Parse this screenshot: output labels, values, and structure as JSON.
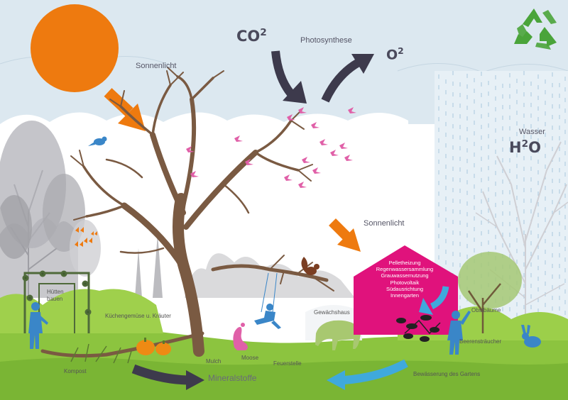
{
  "labels": {
    "sonnenlicht_top": "Sonnenlicht",
    "co2": "CO",
    "co2_sup": "2",
    "photosynthese": "Photosynthese",
    "o2": "O",
    "o2_sup": "2",
    "wasser": "Wasser",
    "h2o_h": "H",
    "h2o_sup": "2",
    "h2o_o": "O",
    "sonnenlicht_mid": "Sonnenlicht",
    "huetten_line1": "Hütten",
    "huetten_line2": "bauen",
    "kuechengemuese": "Küchengemüse u. Kräuter",
    "gewaechshaus": "Gewächshaus",
    "obstbaeume": "Obstbäume",
    "beerenstraeucher": "Beerensträucher",
    "kompost": "Kompost",
    "mulch": "Mulch",
    "moose": "Moose",
    "feuerstelle": "Feuerstelle",
    "mineralstoffe": "Mineralstoffe",
    "bewaesserung": "Bewässerung des Gartens"
  },
  "house_features": [
    "Pelletheizung",
    "Regenwassersammlung",
    "Grauwassernutzung",
    "Photovoltaik",
    "Südausrichtung",
    "Innengarten"
  ],
  "colors": {
    "sun": "#ee7a0f",
    "cloud": "#dce8f0",
    "grass": "#8cc43f",
    "tree": "#7a5a42",
    "house": "#e0127c",
    "water_arrow": "#3fa9dc",
    "dark_arrow": "#3d3a4c",
    "recycle": "#4aa43a",
    "bird_pink": "#e060a8",
    "figure_blue": "#3a86c8"
  },
  "icons": [
    "recycle-icon",
    "sun-icon",
    "bird-icon",
    "squirrel-icon",
    "rabbit-icon",
    "butterfly-icon",
    "pumpkin-icon",
    "deer-icon",
    "flamingo-icon"
  ]
}
